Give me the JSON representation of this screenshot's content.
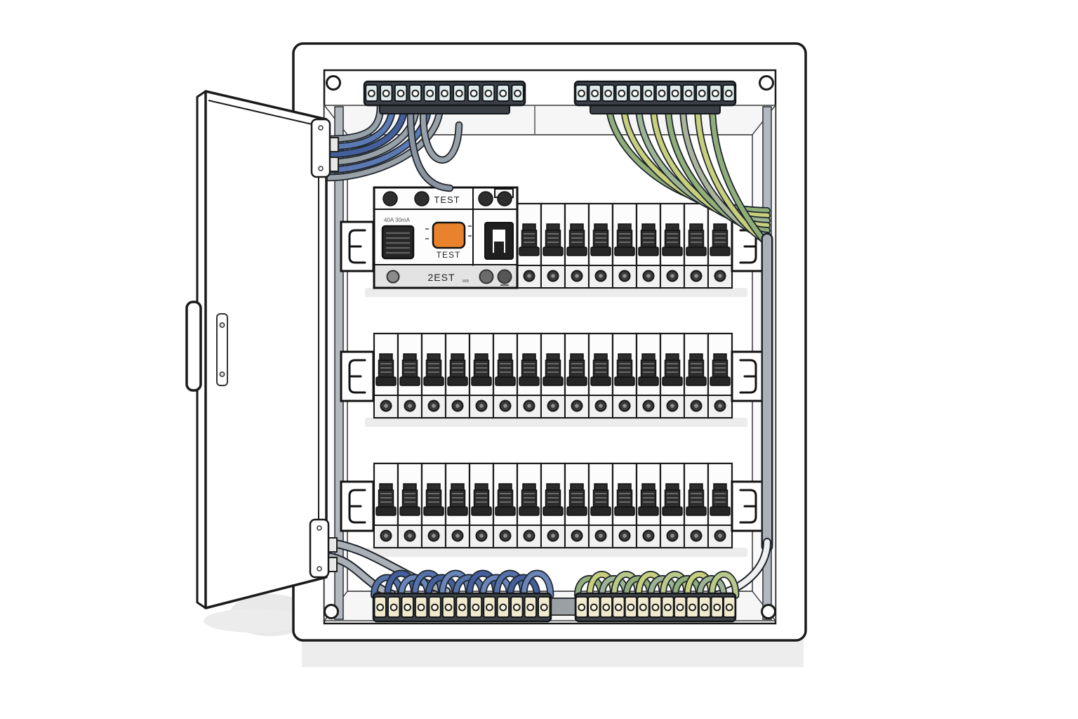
{
  "panel": {
    "type_label": "distribution-board-illustration",
    "corner_screws": 4
  },
  "rcd": {
    "top_label": "TEST",
    "spec_label": "40A 30mA",
    "button_caption": "TEST",
    "bottom_label": "2EST",
    "bottom_sub_label": "wa"
  },
  "rows": [
    {
      "name": "row-1",
      "breakers": 9,
      "has_rcd": true
    },
    {
      "name": "row-2",
      "breakers": 15,
      "has_rcd": false
    },
    {
      "name": "row-3",
      "breakers": 15,
      "has_rcd": false
    }
  ],
  "terminal_strips": {
    "top_left": {
      "terminals": 11,
      "cell_color": "#dfeaec"
    },
    "top_right": {
      "terminals": 12,
      "cell_color": "#dfeaec"
    },
    "bottom_left": {
      "terminals": 13,
      "cell_color": "#f0e9cd"
    },
    "bottom_right": {
      "terminals": 13,
      "cell_color": "#f0e9cd"
    }
  },
  "colors": {
    "accent_orange": "#e8822c",
    "bar_dark": "#3b4046",
    "rail_gray": "#b3b9bf",
    "toggle_black": "#2c2c2c",
    "shadow_gray": "#ededed"
  },
  "wires": {
    "outline": "#1d232b",
    "top_left_colors": [
      "#98a0a8",
      "#5b79b2",
      "#44609c",
      "#98a0a8",
      "#5b79b2",
      "#98a0a8"
    ],
    "top_right_colors": [
      "#8fae7a",
      "#c8cf7c",
      "#9cb394",
      "#c8cf7c",
      "#8fae7a",
      "#a9b49b",
      "#c8cf7c",
      "#8fae7a"
    ],
    "bottom_left_loop_colors": [
      "#5572a8",
      "#44609c",
      "#6a86b8"
    ],
    "bottom_right_loop_colors": [
      "#8fae7a",
      "#c8cf7c",
      "#9cb394",
      "#b9c98a"
    ],
    "conduit_gray": "#aab0b6",
    "white_wire": "#f0f0f0"
  }
}
